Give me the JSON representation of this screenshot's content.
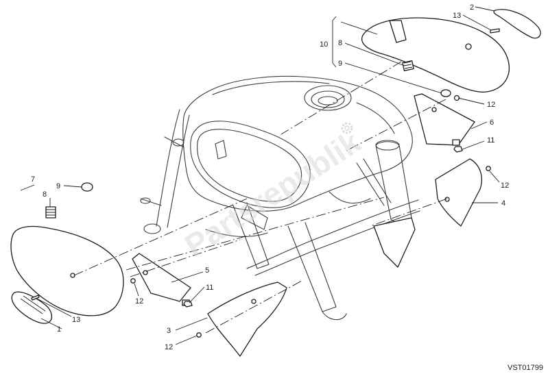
{
  "watermark": "Partsrepublik",
  "drawing_code": "VST01799",
  "callouts": {
    "c1": "1",
    "c2": "2",
    "c3": "3",
    "c4": "4",
    "c5": "5",
    "c6": "6",
    "c7": "7",
    "c8a": "8",
    "c8b": "8",
    "c9a": "9",
    "c9b": "9",
    "c10": "10",
    "c11a": "11",
    "c11b": "11",
    "c12a": "12",
    "c12b": "12",
    "c12c": "12",
    "c12d": "12",
    "c13a": "13",
    "c13b": "13"
  },
  "colors": {
    "line": "#1a1a1a",
    "watermark": "#d8d8d8",
    "background": "#ffffff"
  }
}
